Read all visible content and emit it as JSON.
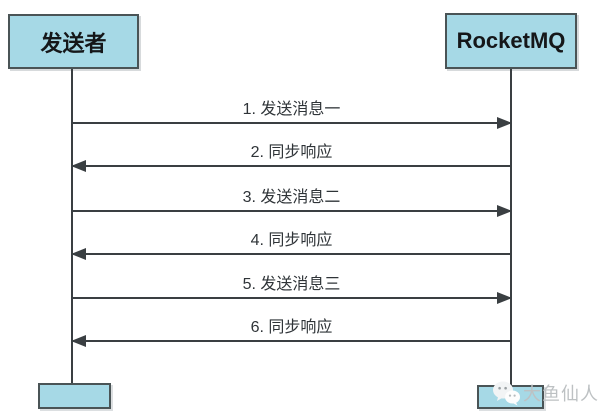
{
  "diagram": {
    "type": "sequence-diagram",
    "actors": [
      {
        "id": "sender",
        "label": "发送者"
      },
      {
        "id": "rocketmq",
        "label": "RocketMQ"
      }
    ],
    "messages": [
      {
        "label": "1. 发送消息一",
        "from": "sender",
        "to": "rocketmq",
        "direction": "right"
      },
      {
        "label": "2. 同步响应",
        "from": "rocketmq",
        "to": "sender",
        "direction": "left"
      },
      {
        "label": "3. 发送消息二",
        "from": "sender",
        "to": "rocketmq",
        "direction": "right"
      },
      {
        "label": "4. 同步响应",
        "from": "rocketmq",
        "to": "sender",
        "direction": "left"
      },
      {
        "label": "5. 发送消息三",
        "from": "sender",
        "to": "rocketmq",
        "direction": "right"
      },
      {
        "label": "6. 同步响应",
        "from": "rocketmq",
        "to": "sender",
        "direction": "left"
      }
    ],
    "watermark": {
      "text": "大鱼仙人.",
      "icon": "wechat-icon"
    },
    "colors": {
      "actor_fill": "#a6d9e6",
      "actor_border": "#4a5456",
      "arrow": "#3a3f42",
      "label_text": "#2f3438",
      "watermark_text": "#bdc1c3"
    }
  }
}
